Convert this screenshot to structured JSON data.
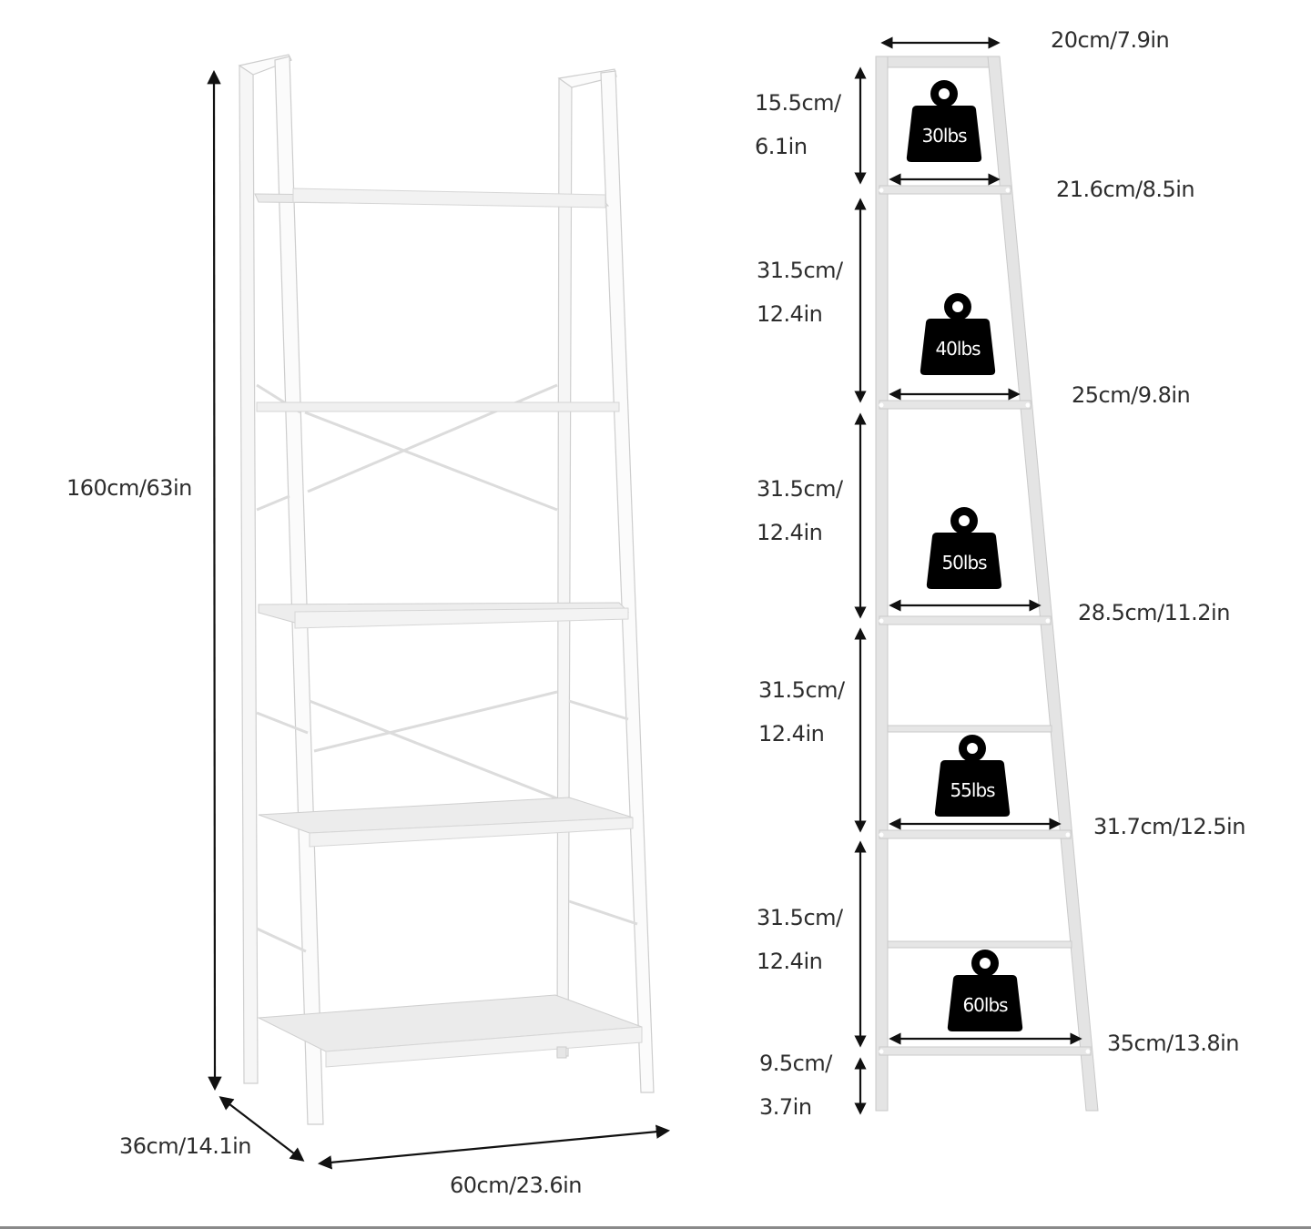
{
  "front_view": {
    "height_label": "160cm/63in",
    "depth_label": "36cm/14.1in",
    "width_label": "60cm/23.6in",
    "shelf_count": 5
  },
  "side_view": {
    "top_width_label": "20cm/7.9in",
    "spacings": [
      {
        "cm": "15.5cm/",
        "in": "6.1in"
      },
      {
        "cm": "31.5cm/",
        "in": "12.4in"
      },
      {
        "cm": "31.5cm/",
        "in": "12.4in"
      },
      {
        "cm": "31.5cm/",
        "in": "12.4in"
      },
      {
        "cm": "31.5cm/",
        "in": "12.4in"
      },
      {
        "cm": "9.5cm/",
        "in": "3.7in"
      }
    ],
    "shelves": [
      {
        "width_label": "21.6cm/8.5in",
        "load_label": "30lbs"
      },
      {
        "width_label": "25cm/9.8in",
        "load_label": "40lbs"
      },
      {
        "width_label": "28.5cm/11.2in",
        "load_label": "50lbs"
      },
      {
        "width_label": "31.7cm/12.5in",
        "load_label": "55lbs"
      },
      {
        "width_label": "35cm/13.8in",
        "load_label": "60lbs"
      }
    ]
  },
  "colors": {
    "frame": "#f4f4f4",
    "frame_edge": "#cfcfcf",
    "side_frame": "#e2e2e2",
    "shelf_top": "#eeeeee",
    "arrow": "#111111",
    "weight": "#000000",
    "text": "#2d2d2d"
  }
}
